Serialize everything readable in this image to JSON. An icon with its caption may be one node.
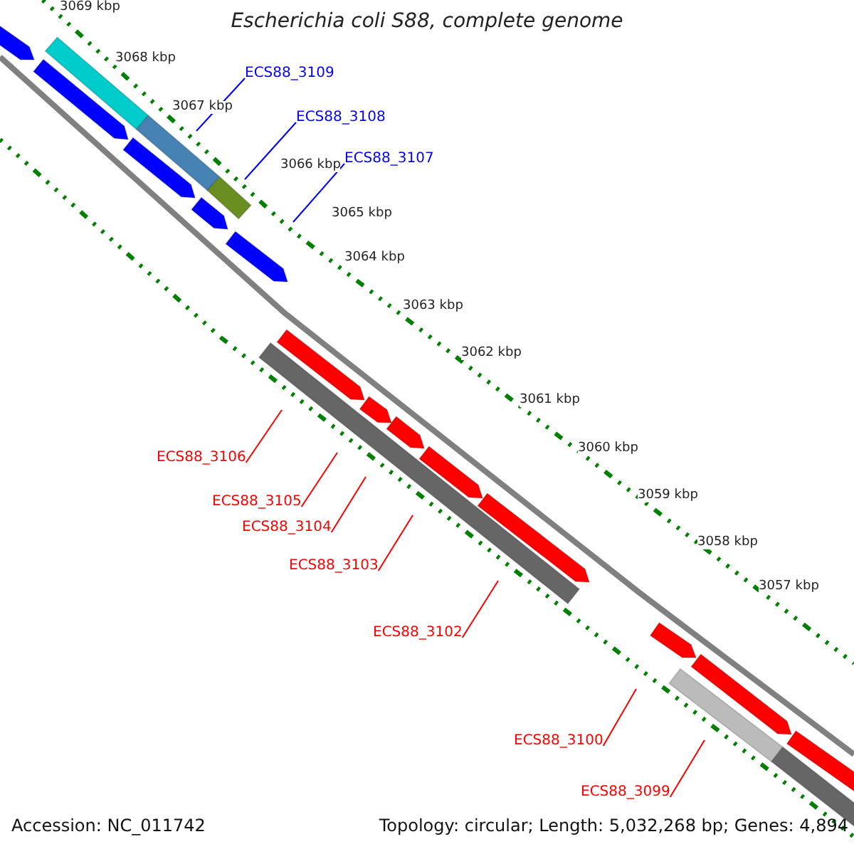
{
  "diagram": {
    "title": "Escherichia coli S88, complete genome",
    "nodes": [
      {
        "text": [
          "ECS88_3109"
        ]
      },
      {
        "text": [
          "ECS88_3108"
        ]
      },
      {
        "text": [
          "ECS88_3107"
        ]
      },
      {
        "text": [
          "ECS88_3106"
        ]
      },
      {
        "text": [
          "ECS88_3105"
        ]
      },
      {
        "text": [
          "ECS88_3104"
        ]
      },
      {
        "text": [
          "ECS88_3103"
        ]
      },
      {
        "text": [
          "ECS88_3102"
        ]
      },
      {
        "text": [
          "ECS88_3100"
        ]
      },
      {
        "text": [
          "ECS88_3099"
        ]
      }
    ],
    "edges": [
      {
        "from": 0,
        "to": null,
        "arrow": "none",
        "color": "#0000ff"
      },
      {
        "from": 1,
        "to": null,
        "arrow": "none",
        "color": "#0000ff"
      },
      {
        "from": 2,
        "to": null,
        "arrow": "none",
        "color": "#0000ff"
      },
      {
        "from": 3,
        "to": null,
        "arrow": "none"
      },
      {
        "from": 4,
        "to": null,
        "arrow": "none"
      },
      {
        "from": 5,
        "to": null,
        "arrow": "none"
      },
      {
        "from": 6,
        "to": null,
        "arrow": "none"
      },
      {
        "from": 7,
        "to": null,
        "arrow": "none"
      },
      {
        "from": 8,
        "to": null,
        "arrow": "none"
      },
      {
        "from": 9,
        "to": null,
        "arrow": "none"
      }
    ],
    "labels": [
      "3069 kbp",
      "3068 kbp",
      "3067 kbp",
      "3066 kbp",
      "3065 kbp",
      "3064 kbp",
      "3063 kbp",
      "3062 kbp",
      "3061 kbp",
      "3060 kbp",
      "3059 kbp",
      "3058 kbp",
      "3057 kbp",
      "Accession: NC_011742",
      "Topology: circular; Length: 5,032,268 bp; Genes: 4,894"
    ]
  }
}
